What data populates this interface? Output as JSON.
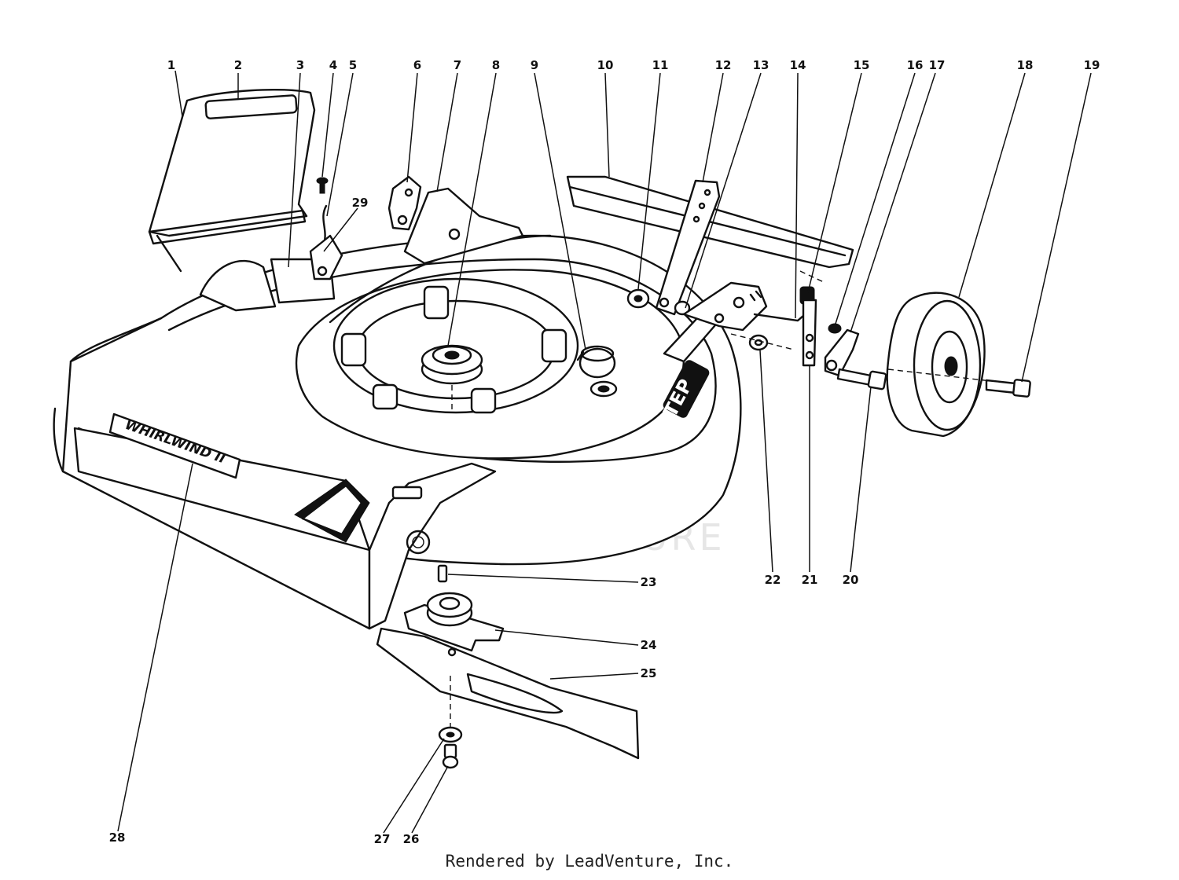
{
  "decals": {
    "brand": "WHIRLWIND II",
    "step": "STEP"
  },
  "watermark": "LEADVENTURE",
  "footer": "Rendered by LeadVenture, Inc.",
  "callouts": [
    {
      "id": "1",
      "label": "1"
    },
    {
      "id": "2",
      "label": "2"
    },
    {
      "id": "3",
      "label": "3"
    },
    {
      "id": "4",
      "label": "4"
    },
    {
      "id": "5",
      "label": "5"
    },
    {
      "id": "6",
      "label": "6"
    },
    {
      "id": "7",
      "label": "7"
    },
    {
      "id": "8",
      "label": "8"
    },
    {
      "id": "9",
      "label": "9"
    },
    {
      "id": "10",
      "label": "10"
    },
    {
      "id": "11",
      "label": "11"
    },
    {
      "id": "12",
      "label": "12"
    },
    {
      "id": "13",
      "label": "13"
    },
    {
      "id": "14",
      "label": "14"
    },
    {
      "id": "15",
      "label": "15"
    },
    {
      "id": "16",
      "label": "16"
    },
    {
      "id": "17",
      "label": "17"
    },
    {
      "id": "18",
      "label": "18"
    },
    {
      "id": "19",
      "label": "19"
    },
    {
      "id": "20",
      "label": "20"
    },
    {
      "id": "21",
      "label": "21"
    },
    {
      "id": "22",
      "label": "22"
    },
    {
      "id": "23",
      "label": "23"
    },
    {
      "id": "24",
      "label": "24"
    },
    {
      "id": "25",
      "label": "25"
    },
    {
      "id": "26",
      "label": "26"
    },
    {
      "id": "27",
      "label": "27"
    },
    {
      "id": "28",
      "label": "28"
    },
    {
      "id": "29",
      "label": "29"
    }
  ]
}
